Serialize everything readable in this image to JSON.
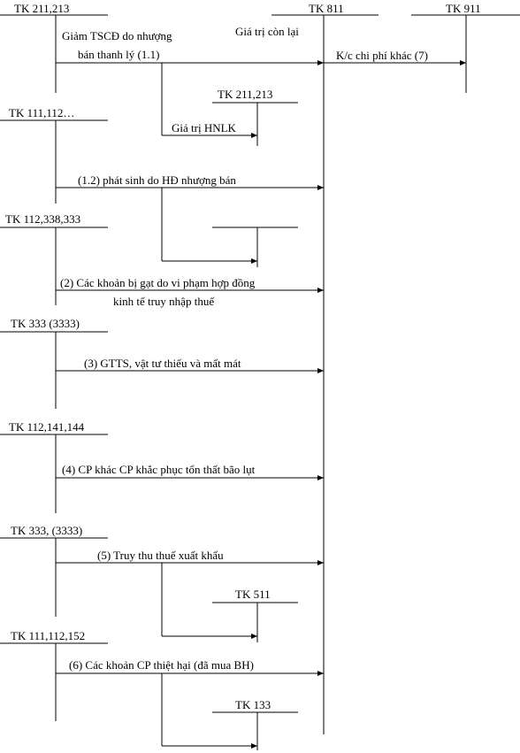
{
  "accounts": {
    "tk211_213_top": "TK 211,213",
    "tk811": "TK 811",
    "tk911": "TK 911",
    "tk211_213_mid": "TK 211,213",
    "tk111_112": "TK 111,112…",
    "tk112_338_333": "TK 112,338,333",
    "tk333_3333": "TK 333 (3333)",
    "tk112_141_144": "TK 112,141,144",
    "tk333_3333b": "TK 333, (3333)",
    "tk511": "TK 511",
    "tk111_112_152": "TK 111,112,152",
    "tk133": "TK 133"
  },
  "labels": {
    "e1_1_line1": "Giảm TSCĐ do nhượng",
    "e1_1_line2": "bán thanh lý (1.1)",
    "gia_tri_con_lai": "Giá trị còn lại",
    "e7": "K/c chi phí khác (7)",
    "gia_tri_hnlk": "Giá trị HNLK",
    "e1_2": "(1.2) phát sinh do HĐ nhượng bán",
    "e2_line1": "(2) Các khoản bị gạt do vi phạm hợp đồng",
    "e2_line2": "kinh tế truy nhập thuế",
    "e3": "(3) GTTS, vật tư thiếu và mất mát",
    "e4": "(4) CP khác CP khắc phục tổn thất bão lụt",
    "e5": "(5) Truy thu thuế xuất khẩu",
    "e6": "(6) Các khoản CP thiệt hại (đã mua BH)"
  }
}
